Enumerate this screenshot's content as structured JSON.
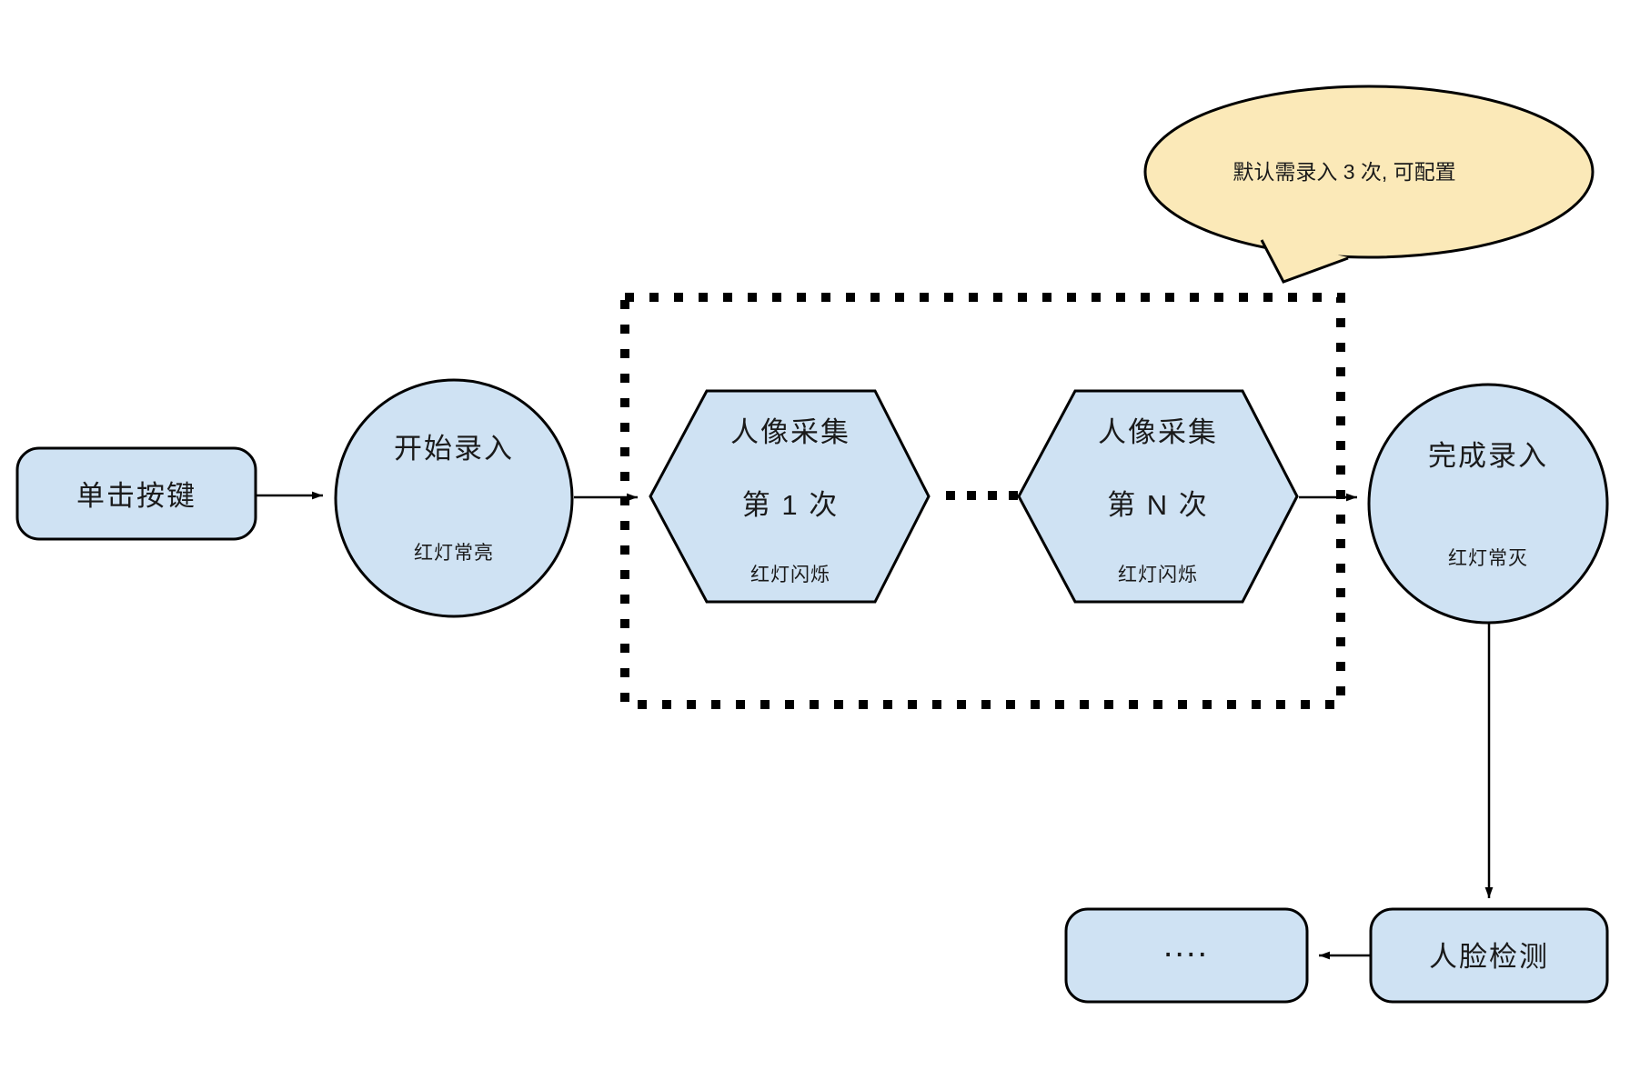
{
  "diagram_title": "face-enrollment-flow",
  "colors": {
    "background": "#ffffff",
    "shape_fill": "#cfe2f3",
    "shape_stroke": "#000000",
    "callout_fill": "#fbe9b8",
    "arrow_color": "#000000"
  },
  "nodes": {
    "click_button": {
      "label": "单击按键"
    },
    "start_entry": {
      "label": "开始录入",
      "status": "红灯常亮"
    },
    "capture_first": {
      "line1": "人像采集",
      "line2": "第 1 次",
      "status": "红灯闪烁"
    },
    "capture_nth": {
      "line1": "人像采集",
      "line2": "第 N 次",
      "status": "红灯闪烁"
    },
    "finish_entry": {
      "label": "完成录入",
      "status": "红灯常灭"
    },
    "face_detection": {
      "label": "人脸检测"
    },
    "continuation": {
      "label": "...."
    }
  },
  "callout": {
    "text": "默认需录入 3 次, 可配置"
  }
}
